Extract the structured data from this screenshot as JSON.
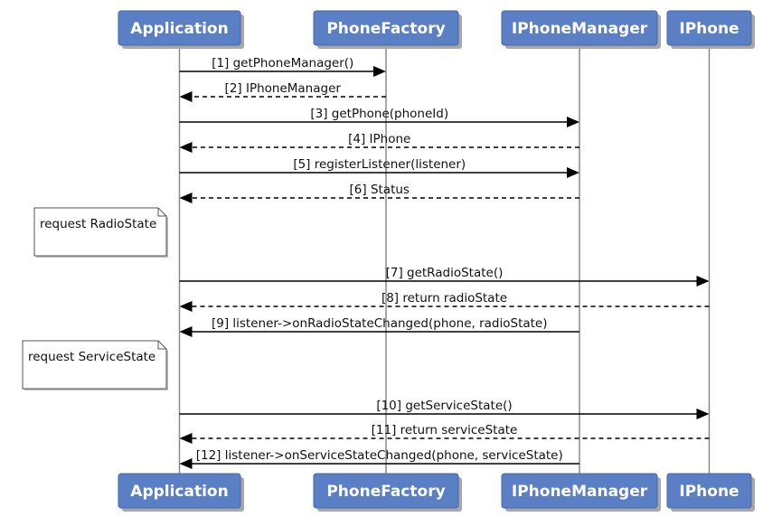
{
  "participants": [
    {
      "id": "app",
      "label": "Application"
    },
    {
      "id": "pf",
      "label": "PhoneFactory"
    },
    {
      "id": "ipm",
      "label": "IPhoneManager"
    },
    {
      "id": "ip",
      "label": "IPhone"
    }
  ],
  "messages": [
    {
      "label": "[1] getPhoneManager()",
      "from": "app",
      "to": "pf",
      "style": "solid"
    },
    {
      "label": "[2] IPhoneManager",
      "from": "pf",
      "to": "app",
      "style": "dashed"
    },
    {
      "label": "[3] getPhone(phoneId)",
      "from": "app",
      "to": "ipm",
      "style": "solid"
    },
    {
      "label": "[4] IPhone",
      "from": "ipm",
      "to": "app",
      "style": "dashed"
    },
    {
      "label": "[5] registerListener(listener)",
      "from": "app",
      "to": "ipm",
      "style": "solid"
    },
    {
      "label": "[6] Status",
      "from": "ipm",
      "to": "app",
      "style": "dashed"
    },
    {
      "label": "[7] getRadioState()",
      "from": "app",
      "to": "ip",
      "style": "solid"
    },
    {
      "label": "[8] return radioState",
      "from": "ip",
      "to": "app",
      "style": "dashed"
    },
    {
      "label": "[9] listener->onRadioStateChanged(phone, radioState)",
      "from": "ipm",
      "to": "app",
      "style": "solid"
    },
    {
      "label": "[10] getServiceState()",
      "from": "app",
      "to": "ip",
      "style": "solid"
    },
    {
      "label": "[11] return serviceState",
      "from": "ip",
      "to": "app",
      "style": "dashed"
    },
    {
      "label": "[12] listener->onServiceStateChanged(phone, serviceState)",
      "from": "ipm",
      "to": "app",
      "style": "solid"
    }
  ],
  "notes": [
    {
      "label": "request RadioState"
    },
    {
      "label": "request ServiceState"
    }
  ],
  "colors": {
    "participant_fill": "#5b7fc4",
    "participant_border": "#4466aa",
    "participant_shadow": "#a8a8a8",
    "lifeline": "#8a8a8a",
    "arrow": "#000000",
    "note_fill": "#ffffff",
    "note_border": "#555555"
  }
}
